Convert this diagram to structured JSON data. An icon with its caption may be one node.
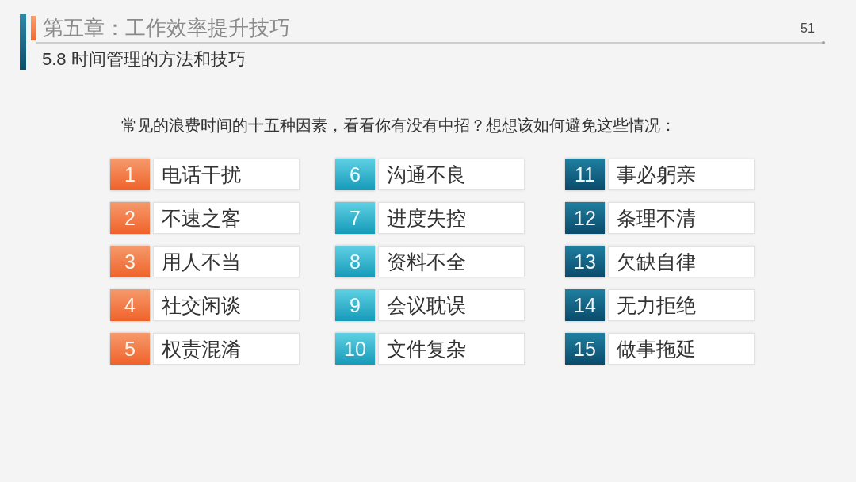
{
  "diagram": {
    "title": "第五章：工作效率提升技巧",
    "nodes": [
      {
        "text": [
          "1"
        ]
      },
      {
        "text": [
          "电话干扰"
        ]
      },
      {
        "text": [
          "2"
        ]
      },
      {
        "text": [
          "不速之客"
        ]
      },
      {
        "text": [
          "3"
        ]
      },
      {
        "text": [
          "用人不当"
        ]
      },
      {
        "text": [
          "4"
        ]
      },
      {
        "text": [
          "社交闲谈"
        ]
      },
      {
        "text": [
          "5"
        ]
      },
      {
        "text": [
          "权责混淆"
        ]
      },
      {
        "text": [
          "6"
        ]
      },
      {
        "text": [
          "沟通不良"
        ]
      },
      {
        "text": [
          "7"
        ]
      },
      {
        "text": [
          "进度失控"
        ]
      },
      {
        "text": [
          "8"
        ]
      },
      {
        "text": [
          "资料不全"
        ]
      },
      {
        "text": [
          "9"
        ]
      },
      {
        "text": [
          "会议耽误"
        ]
      },
      {
        "text": [
          "10"
        ]
      },
      {
        "text": [
          "文件复杂"
        ]
      },
      {
        "text": [
          "11"
        ]
      },
      {
        "text": [
          "事必躬亲"
        ]
      },
      {
        "text": [
          "12"
        ]
      },
      {
        "text": [
          "条理不清"
        ]
      },
      {
        "text": [
          "13"
        ]
      },
      {
        "text": [
          "欠缺自律"
        ]
      },
      {
        "text": [
          "14"
        ]
      },
      {
        "text": [
          "无力拒绝"
        ]
      },
      {
        "text": [
          "15"
        ]
      },
      {
        "text": [
          "做事拖延"
        ]
      }
    ],
    "labels": [
      "51",
      "5.8 时间管理的方法和技巧",
      "常见的浪费时间的十五种因素，看看你有没有中招？想想该如何避免这些情况："
    ]
  }
}
